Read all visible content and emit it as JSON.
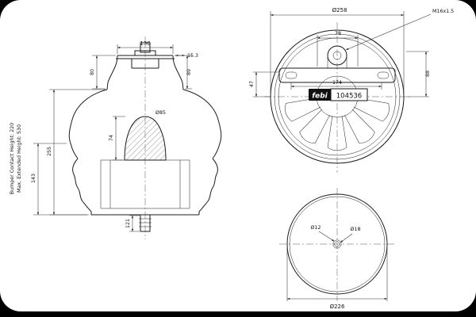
{
  "colors": {
    "frame": "#000000",
    "paper": "#ffffff",
    "badge_bg": "#111111",
    "line": "#1b1b1b"
  },
  "side_view": {
    "dim_width_top": "130",
    "dim_offset": "15.3",
    "dim_height_plate": "80",
    "dim_right_plate": "89",
    "dim_bumper_dia": "Ø85",
    "dim_bumper_height": "74",
    "dim_overall": "255",
    "dim_lower": "143",
    "dim_stud": "121",
    "note_line1": "Bumper Contact Height: 220",
    "note_line2": "Max. Extended Height: 530"
  },
  "top_view": {
    "dim_outer_dia": "Ø258",
    "dim_boss": "78",
    "thread": "M16x1.5",
    "dim_bracket": "174",
    "dim_right": "88",
    "dim_left": "47",
    "brand": "febi",
    "part_number": "104536"
  },
  "bottom_view": {
    "hole_small": "Ø12",
    "hole_large": "Ø18",
    "dim_outer_dia": "Ø226"
  }
}
